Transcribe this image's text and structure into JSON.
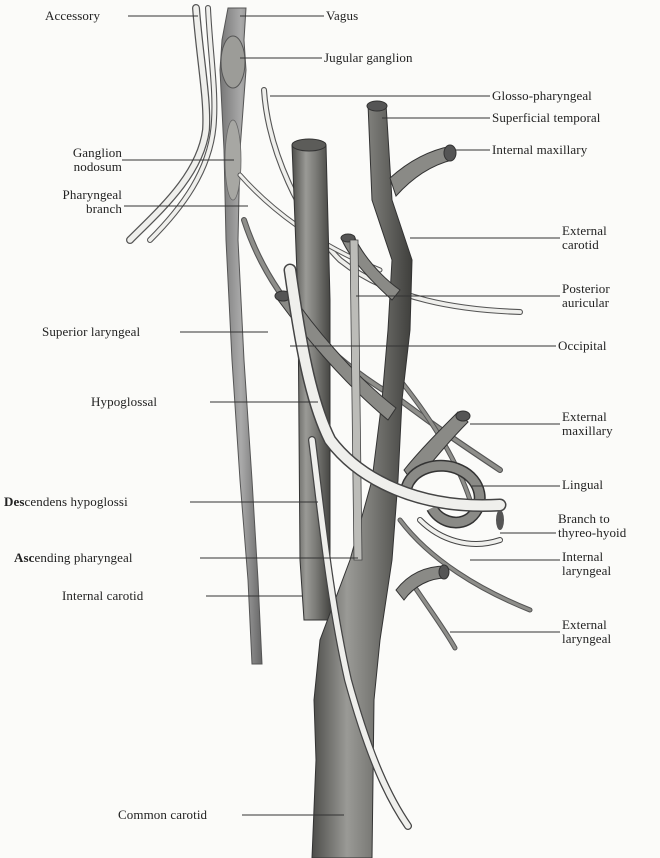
{
  "figure": {
    "labels_left": {
      "accessory": "Accessory",
      "ganglion_nodosum": [
        "Ganglion",
        "nodosum"
      ],
      "pharyngeal_branch": [
        "Pharyngeal",
        "branch"
      ],
      "superior_laryngeal": "Superior laryngeal",
      "hypoglossal": "Hypoglossal",
      "descendens_hypoglossi_bold": "Des",
      "descendens_hypoglossi_rest": "cendens hypoglossi",
      "ascending_pharyngeal_bold": "Asc",
      "ascending_pharyngeal_rest": "ending pharyngeal",
      "internal_carotid": "Internal carotid",
      "common_carotid": "Common carotid"
    },
    "labels_right": {
      "vagus": "Vagus",
      "jugular_ganglion": "Jugular ganglion",
      "glosso_pharyngeal": "Glosso-pharyngeal",
      "superficial_temporal": "Superficial temporal",
      "internal_maxillary": "Internal maxillary",
      "external_carotid": [
        "External",
        "carotid"
      ],
      "posterior_auricular": [
        "Posterior",
        "auricular"
      ],
      "occipital": "Occipital",
      "external_maxillary": [
        "External",
        "maxillary"
      ],
      "lingual": "Lingual",
      "branch_to_thyreo_hyoid": [
        "Branch to",
        "thyreo-hyoid"
      ],
      "internal_laryngeal": [
        "Internal",
        "laryngeal"
      ],
      "external_laryngeal": [
        "External",
        "laryngeal"
      ]
    },
    "colors": {
      "vessel_fill": "#8a8a86",
      "vessel_shadow": "#4d4d4a",
      "nerve_fill": "#ededea",
      "nerve_edge": "#555552",
      "leader": "#333333"
    }
  }
}
